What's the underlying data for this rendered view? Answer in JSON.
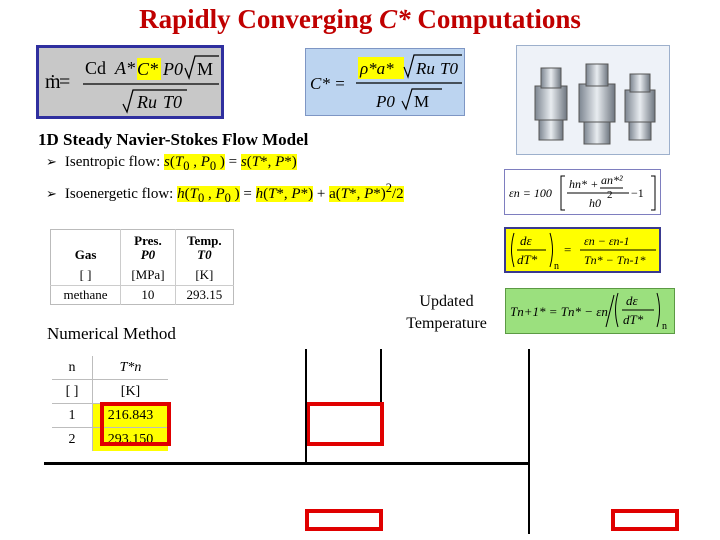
{
  "title": {
    "main": "Rapidly Converging ",
    "italic": "C*",
    "tail": " Computations"
  },
  "section_title": "1D Steady Navier-Stokes Flow Model",
  "bullets": [
    {
      "text_pre": "Isentropic flow: ",
      "formula": "s(T0 , P0 ) = s(T*, P*)"
    },
    {
      "text_pre": "Isoenergetic flow: ",
      "formula": "h(T0 , P0 ) = h(T*, P*) + a(T*, P*)²/2"
    }
  ],
  "formulas": {
    "mdot": {
      "lhs": "ṁ",
      "cd": "Cd",
      "astar": "A*",
      "cstar": "C*",
      "p0": "P0",
      "m": "M",
      "ru": "Ru",
      "t0": "T0"
    },
    "cstar": {
      "lhs": "C* =",
      "rho": "ρ*a*",
      "ru": "Ru",
      "t0": "T0",
      "p0": "P0",
      "m": "M"
    },
    "epsilon": {
      "lhs": "εn = 100",
      "h": "hn*",
      "a": "an*²",
      "two": "2",
      "h0": "h0",
      "minus1": "−1"
    },
    "derivative": {
      "num": "dε",
      "den": "dT*",
      "sub": "n",
      "rhs_num": "εn − εn-1",
      "rhs_den": "Tn* − Tn-1*"
    },
    "update": {
      "lhs": "Tn+1* = Tn* − εn",
      "num": "dε",
      "den": "dT*",
      "sub": "n"
    }
  },
  "updated_label": [
    "Updated",
    "Temperature"
  ],
  "gas_table": {
    "headers": [
      [
        "Gas",
        ""
      ],
      [
        "Pres.",
        "P0"
      ],
      [
        "Temp.",
        "T0"
      ]
    ],
    "units": [
      "[ ]",
      "[MPa]",
      "[K]"
    ],
    "row": [
      "methane",
      "10",
      "293.15"
    ]
  },
  "numerical_method": "Numerical Method",
  "iteration_table": {
    "headers": [
      "n",
      "T*n"
    ],
    "units": [
      "[ ]",
      "[K]"
    ],
    "rows": [
      [
        "1",
        "216.843"
      ],
      [
        "2",
        "293.150"
      ]
    ]
  },
  "colors": {
    "title": "#c00000",
    "highlight": "#ffff00",
    "red_box": "#e00000",
    "update_box": "#9be07e"
  }
}
